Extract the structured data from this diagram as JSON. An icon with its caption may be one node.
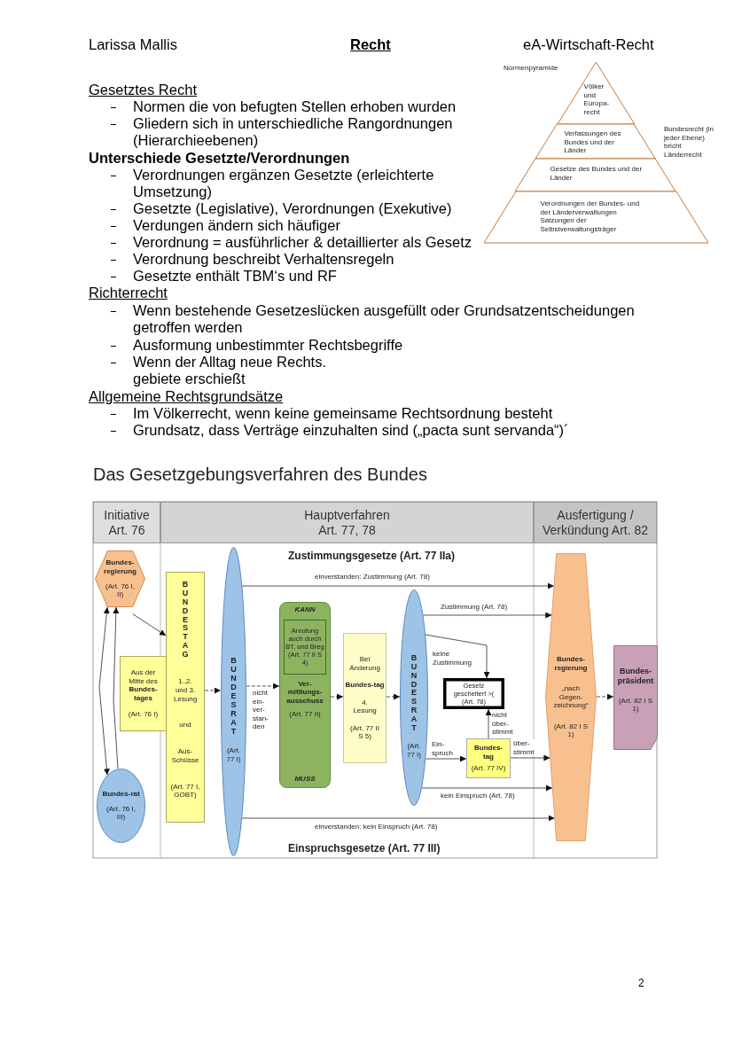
{
  "diagram": {
    "nodes": [
      {
        "text": [
          "Völker und Europa-recht"
        ]
      },
      {
        "text": [
          "Verfassungen des Bundes und der Länder"
        ]
      },
      {
        "text": [
          "Gesetze des Bundes und der Länder"
        ]
      },
      {
        "text": [
          "Verordnungen der Bundes- und der Länderverwaltungen Satzungen der Selbstverwaltungsträger"
        ]
      },
      {
        "text": [
          "Initiative Art. 76"
        ]
      },
      {
        "text": [
          "Hauptverfahren Art. 77, 78"
        ]
      },
      {
        "text": [
          "Ausfertigung / Verkündung Art. 82"
        ]
      },
      {
        "text": [
          "Bundes-regierung",
          "(Art. 76 I, II)"
        ]
      },
      {
        "text": [
          "Aus der Mitte des **Bundes-tages**",
          "(Art. 76 I)"
        ]
      },
      {
        "text": [
          "Bundes-rat",
          "(Art. 76 I, III)"
        ]
      },
      {
        "text": [
          "BUNDESTAG",
          "1.,2. und 3. Lesung",
          "und",
          "Aus-Schüsse",
          "(Art. 77 I, GOBT)"
        ]
      },
      {
        "text": [
          "BUNDESRAT",
          "(Art. 77 I)"
        ]
      },
      {
        "text": [
          "KANN",
          "Ver-mittlungs-ausschuss",
          "(Art. 77 II)",
          "MUSS"
        ]
      },
      {
        "text": [
          "Anrufung auch durch BT, und Breg (Art. 77 II S 4)"
        ],
        "in": 12
      },
      {
        "text": [
          "Bei Änderung",
          "Bundes-tag",
          "4. Lesung",
          "(Art. 77 II S 5)"
        ]
      },
      {
        "text": [
          "BUNDESRAT",
          "(Art. 77 I)"
        ]
      },
      {
        "text": [
          "Gesetz gescheitert >( (Art. 78)"
        ]
      },
      {
        "text": [
          "Bundes-tag",
          "(Art. 77 IV)"
        ]
      },
      {
        "text": [
          "Bundes-regierung",
          "„nach Gegen-zeichnung“",
          "(Art. 82 I S 1)"
        ]
      },
      {
        "text": [
          "Bundes-präsident",
          "(Art. 82 I S 1)"
        ]
      }
    ],
    "edges": [
      {
        "from": 7,
        "to": 10,
        "arrow": "to"
      },
      {
        "from": 9,
        "to": 7,
        "arrow": "to"
      },
      {
        "from": 7,
        "to": 9,
        "arrow": "both"
      },
      {
        "from": 10,
        "to": 11,
        "arrow": "to",
        "style": "dashed"
      },
      {
        "from": 11,
        "to": 12,
        "arrow": "to",
        "label": "nicht ein-ver-stan-den",
        "style": "dashed"
      },
      {
        "from": 12,
        "to": 14,
        "arrow": "to",
        "style": "dashed"
      },
      {
        "from": 14,
        "to": 15,
        "arrow": "to",
        "style": "dashed"
      },
      {
        "from": 11,
        "to": 18,
        "arrow": "to",
        "label": "einverstanden: Zustimmung (Art. 78)"
      },
      {
        "from": 11,
        "to": 18,
        "arrow": "to",
        "label": "einverstanden: kein Einspruch (Art. 78)"
      },
      {
        "from": 15,
        "to": 18,
        "arrow": "to",
        "label": "Zustimmung (Art. 78)"
      },
      {
        "from": 15,
        "to": 16,
        "arrow": "to",
        "label": "keine Zustimmung"
      },
      {
        "from": 15,
        "to": 17,
        "arrow": "to",
        "label": "Ein-spruch"
      },
      {
        "from": 17,
        "to": 16,
        "arrow": "to",
        "label": "nicht über-stimmt"
      },
      {
        "from": 17,
        "to": 18,
        "arrow": "to",
        "label": "über-stimmt"
      },
      {
        "from": 15,
        "to": 18,
        "arrow": "to",
        "label": "kein Einspruch (Art. 78)"
      },
      {
        "from": 18,
        "to": 19,
        "arrow": "to",
        "style": "dashed"
      }
    ],
    "labels": [
      "Larissa Mallis",
      "Recht",
      "eA-Wirtschaft-Recht",
      "Normenpyramide",
      "Gesetztes Recht",
      "Normen die von befugten Stellen erhoben wurden",
      "Gliedern sich in unterschiedliche Rangordnungen (Hierarchieebenen)",
      "Bundesrecht (in jeder Ebene) bricht Länderrecht",
      "Unterschiede Gesetzte/Verordnungen",
      "Verordnungen ergänzen Gesetzte (erleichterte Umsetzung)",
      "Gesetzte (Legislative), Verordnungen (Exekutive)",
      "Verdungen ändern sich häufiger",
      "Verordnung = ausführlicher & detaillierter als Gesetz",
      "Verordnung beschreibt Verhaltensregeln",
      "Gesetzte enthält TBM‘s und RF",
      "Richterrecht",
      "Wenn bestehende Gesetzeslücken ausgefüllt oder Grundsatzentscheidungen getroffen werden",
      "Ausformung unbestimmter Rechtsbegriffe",
      "Wenn der Alltag neue Rechts. gebiete erschießt",
      "Allgemeine Rechtsgrundsätze",
      "Im Völkerrecht, wenn keine gemeinsame Rechtsordnung besteht",
      "Grundsatz, dass Verträge einzuhalten sind („pacta sunt servanda“)´",
      "Das Gesetzgebungsverfahren des Bundes",
      "Zustimmungsgesetze (Art. 77 IIa)",
      "Einspruchsgesetze (Art. 77 III)",
      "2"
    ]
  }
}
